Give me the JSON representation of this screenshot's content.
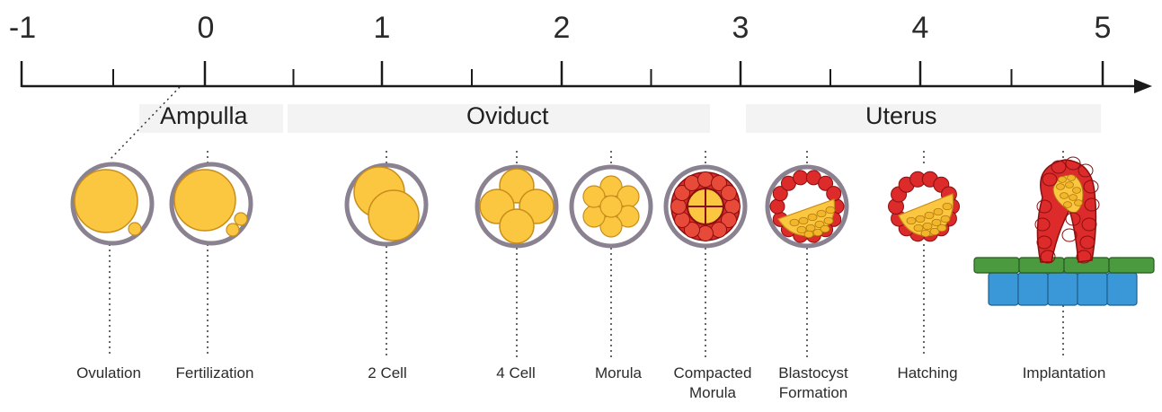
{
  "axis": {
    "ticks": [
      "-1",
      "0",
      "1",
      "2",
      "3",
      "4",
      "5"
    ]
  },
  "regions": {
    "ampulla": "Ampulla",
    "oviduct": "Oviduct",
    "uterus": "Uterus"
  },
  "stages": {
    "ovulation": "Ovulation",
    "fertilization": "Fertilization",
    "two_cell": "2 Cell",
    "four_cell": "4 Cell",
    "morula": "Morula",
    "compacted_morula_1": "Compacted",
    "compacted_morula_2": "Morula",
    "blastocyst_1": "Blastocyst",
    "blastocyst_2": "Formation",
    "hatching": "Hatching",
    "implantation": "Implantation"
  },
  "colors": {
    "yolk": "#fbc740",
    "yolk_stroke": "#c98d1a",
    "zona": "#8a8290",
    "trophectoderm": "#dd2a2a",
    "epithelium": "#4b9a3f",
    "stroma": "#3a98d8",
    "axis": "#1a1a1a"
  }
}
